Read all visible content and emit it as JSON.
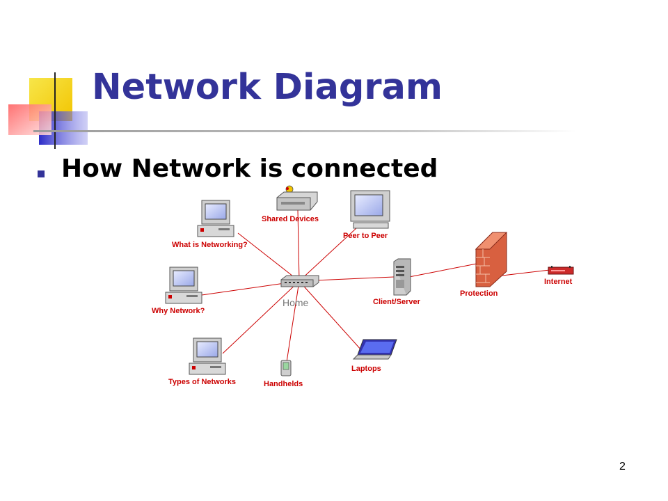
{
  "slide": {
    "title": "Network Diagram",
    "bullet": "How Network is connected",
    "page_number": "2"
  },
  "diagram": {
    "hub_label": "Home",
    "nodes": {
      "what_is_networking": "What is Networking?",
      "why_network": "Why Network?",
      "types_of_networks": "Types of Networks",
      "shared_devices": "Shared Devices",
      "peer_to_peer": "Peer to Peer",
      "handhelds": "Handhelds",
      "laptops": "Laptops",
      "client_server": "Client/Server",
      "protection": "Protection",
      "internet": "Internet"
    },
    "colors": {
      "link_line": "#cc0000",
      "label_text": "#cc0000",
      "title_text": "#333399",
      "logo_yellow": "#f5d200",
      "logo_blue": "#3b3bd6",
      "logo_red": "#ff3b3b"
    }
  }
}
